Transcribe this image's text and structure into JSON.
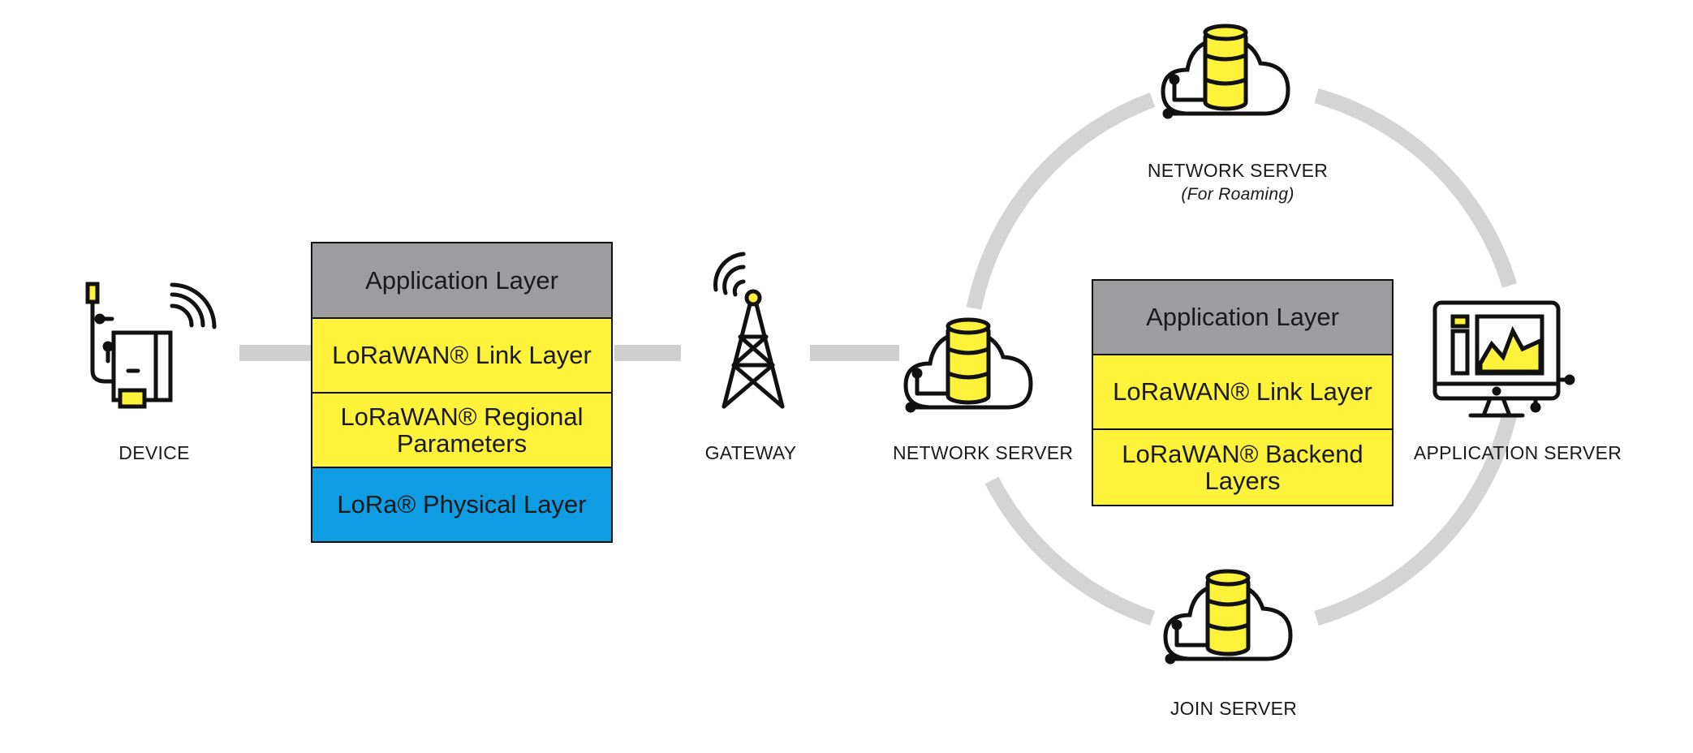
{
  "colors": {
    "connector_gray": "#cfcfcf",
    "layer_gray": "#9d9d9f",
    "layer_yellow": "#fff23a",
    "layer_blue": "#0e9de2",
    "outline": "#111111"
  },
  "nodes": {
    "device": {
      "label": "DEVICE",
      "icon": "device-icon"
    },
    "gateway": {
      "label": "GATEWAY",
      "icon": "gateway-tower-icon"
    },
    "network_server": {
      "label": "NETWORK SERVER",
      "icon": "cloud-database-icon"
    },
    "network_server_roaming": {
      "label": "NETWORK SERVER",
      "sublabel": "(For Roaming)",
      "icon": "cloud-database-icon"
    },
    "application_server": {
      "label": "APPLICATION SERVER",
      "icon": "monitor-icon"
    },
    "join_server": {
      "label": "JOIN SERVER",
      "icon": "cloud-database-icon"
    }
  },
  "device_stack": {
    "layers": [
      {
        "text": "Application Layer",
        "color": "gray"
      },
      {
        "text": "LoRaWAN® Link Layer",
        "color": "yellow"
      },
      {
        "text": "LoRaWAN® Regional Parameters",
        "color": "yellow"
      },
      {
        "text": "LoRa® Physical Layer",
        "color": "blue"
      }
    ]
  },
  "server_stack": {
    "layers": [
      {
        "text": "Application Layer",
        "color": "gray"
      },
      {
        "text": "LoRaWAN® Link Layer",
        "color": "yellow"
      },
      {
        "text": "LoRaWAN® Backend Layers",
        "color": "yellow"
      }
    ]
  }
}
